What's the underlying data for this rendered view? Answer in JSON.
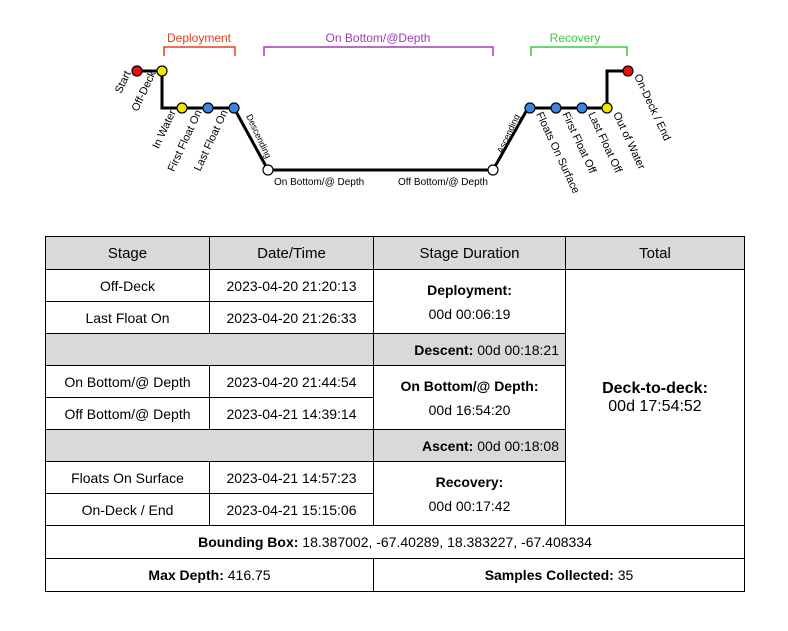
{
  "diagram": {
    "phases": [
      {
        "key": "deployment",
        "label": "Deployment",
        "color": "#e8401c"
      },
      {
        "key": "on_bottom",
        "label": "On Bottom/@Depth",
        "color": "#9b3fb5"
      },
      {
        "key": "recovery",
        "label": "Recovery",
        "color": "#3ec93e"
      }
    ],
    "events": [
      {
        "key": "start",
        "label": "Start",
        "color": "#e81010"
      },
      {
        "key": "off_deck",
        "label": "Off-Deck",
        "color": "#f2e600"
      },
      {
        "key": "in_water",
        "label": "In Water",
        "color": "#f2e600"
      },
      {
        "key": "first_float_on",
        "label": "First Float On",
        "color": "#3a86e0"
      },
      {
        "key": "last_float_on",
        "label": "Last Float On",
        "color": "#3a86e0"
      },
      {
        "key": "descending",
        "label": "Descending"
      },
      {
        "key": "on_bottom",
        "label": "On Bottom/@ Depth",
        "color": "#ffffff"
      },
      {
        "key": "off_bottom",
        "label": "Off Bottom/@ Depth",
        "color": "#ffffff"
      },
      {
        "key": "ascending",
        "label": "Ascending"
      },
      {
        "key": "floats_on_surface",
        "label": "Floats On Surface",
        "color": "#3a86e0"
      },
      {
        "key": "first_float_off",
        "label": "First Float Off",
        "color": "#3a86e0"
      },
      {
        "key": "last_float_off",
        "label": "Last Float Off",
        "color": "#3a86e0"
      },
      {
        "key": "out_of_water",
        "label": "Out of Water",
        "color": "#f2e600"
      },
      {
        "key": "on_deck_end",
        "label": "On-Deck / End",
        "color": "#e81010"
      }
    ]
  },
  "table": {
    "headers": [
      "Stage",
      "Date/Time",
      "Stage Duration",
      "Total"
    ],
    "rows": [
      {
        "stage": "Off-Deck",
        "datetime": "2023-04-20 21:20:13"
      },
      {
        "stage": "Last Float On",
        "datetime": "2023-04-20 21:26:33"
      },
      {
        "stage": "On Bottom/@ Depth",
        "datetime": "2023-04-20 21:44:54"
      },
      {
        "stage": "Off Bottom/@ Depth",
        "datetime": "2023-04-21 14:39:14"
      },
      {
        "stage": "Floats On Surface",
        "datetime": "2023-04-21 14:57:23"
      },
      {
        "stage": "On-Deck / End",
        "datetime": "2023-04-21 15:15:06"
      }
    ],
    "durations": {
      "deployment": {
        "label": "Deployment:",
        "value": "00d 00:06:19"
      },
      "descent": {
        "label": "Descent:",
        "value": "00d 00:18:21"
      },
      "on_bottom": {
        "label": "On Bottom/@ Depth:",
        "value": "00d 16:54:20"
      },
      "ascent": {
        "label": "Ascent:",
        "value": "00d 00:18:08"
      },
      "recovery": {
        "label": "Recovery:",
        "value": "00d 00:17:42"
      }
    },
    "total": {
      "label": "Deck-to-deck:",
      "value": "00d 17:54:52"
    },
    "footer": {
      "bounding_box": {
        "label": "Bounding Box:",
        "value": "18.387002, -67.40289, 18.383227, -67.408334"
      },
      "max_depth": {
        "label": "Max Depth:",
        "value": "416.75"
      },
      "samples": {
        "label": "Samples Collected:",
        "value": "35"
      }
    }
  }
}
